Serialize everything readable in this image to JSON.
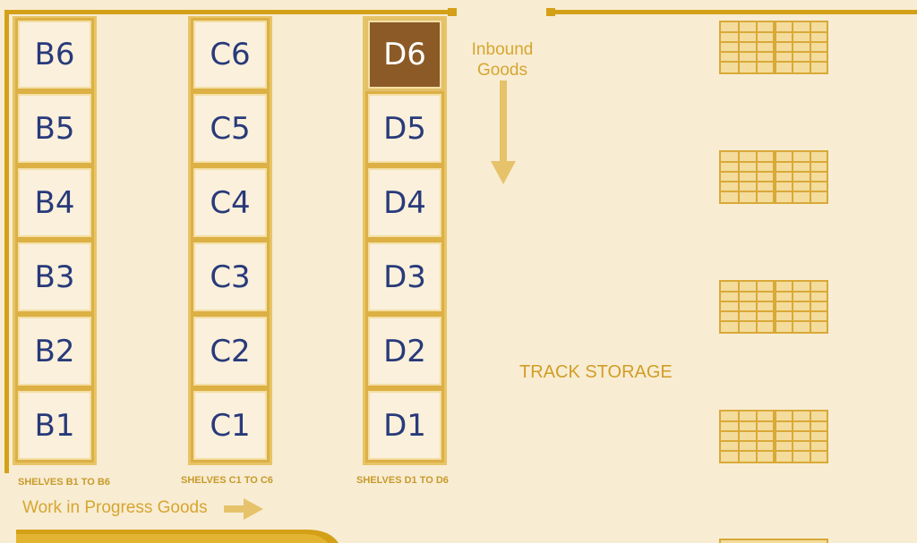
{
  "colors": {
    "wall": "#d4a017",
    "bay_fill": "#faf0dc",
    "bay_border": "#dcb044",
    "bay_text": "#283a7a",
    "selected_fill": "#8b5a26",
    "label": "#d6a630",
    "background": "#f8ecd3"
  },
  "shelves": {
    "b": {
      "caption": "SHELVES B1 TO B6",
      "bays": [
        "B6",
        "B5",
        "B4",
        "B3",
        "B2",
        "B1"
      ]
    },
    "c": {
      "caption": "SHELVES C1 TO C6",
      "bays": [
        "C6",
        "C5",
        "C4",
        "C3",
        "C2",
        "C1"
      ]
    },
    "d": {
      "caption": "SHELVES D1 TO D6",
      "bays": [
        "D6",
        "D5",
        "D4",
        "D3",
        "D2",
        "D1"
      ],
      "selected": "D6"
    }
  },
  "inbound": {
    "line1": "Inbound",
    "line2": "Goods"
  },
  "track_storage": "TRACK STORAGE",
  "wip": "Work in Progress Goods"
}
